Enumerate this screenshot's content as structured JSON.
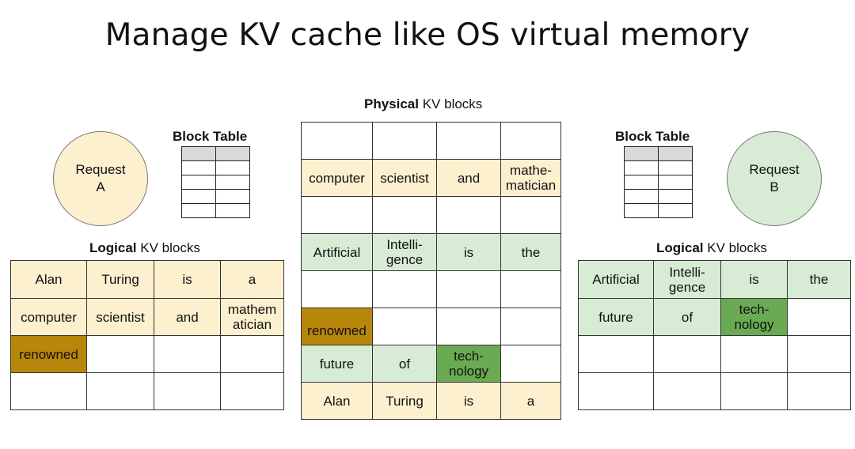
{
  "title": "Manage KV cache like OS virtual memory",
  "physical_caption": {
    "bold": "Physical",
    "rest": " KV blocks"
  },
  "logical_caption": {
    "bold": "Logical",
    "rest": " KV blocks"
  },
  "block_table_label": "Block Table",
  "request_a": {
    "line1": "Request",
    "line2": "A"
  },
  "request_b": {
    "line1": "Request",
    "line2": "B"
  },
  "colors": {
    "request_a_fill": "#fdf0cf",
    "request_b_fill": "#d8ecd5",
    "highlight_a": "#b8860b",
    "highlight_b": "#6aaa52",
    "block_table_header": "#d9d9d9"
  },
  "logical_a": [
    [
      "Alan",
      "Turing",
      "is",
      "a"
    ],
    [
      "computer",
      "scientist",
      "and",
      "mathem atician"
    ],
    [
      "renowned",
      "",
      "",
      ""
    ],
    [
      "",
      "",
      "",
      ""
    ]
  ],
  "logical_b": [
    [
      "Artificial",
      "Intelli- gence",
      "is",
      "the"
    ],
    [
      "future",
      "of",
      "tech- nology",
      ""
    ],
    [
      "",
      "",
      "",
      ""
    ],
    [
      "",
      "",
      "",
      ""
    ]
  ],
  "physical": [
    [
      "",
      "",
      "",
      ""
    ],
    [
      "computer",
      "scientist",
      "and",
      "mathe- matician"
    ],
    [
      "",
      "",
      "",
      ""
    ],
    [
      "Artificial",
      "Intelli- gence",
      "is",
      "the"
    ],
    [
      "",
      "",
      "",
      ""
    ],
    [
      "renowned",
      "",
      "",
      ""
    ],
    [
      "future",
      "of",
      "tech- nology",
      ""
    ],
    [
      "Alan",
      "Turing",
      "is",
      "a"
    ]
  ]
}
